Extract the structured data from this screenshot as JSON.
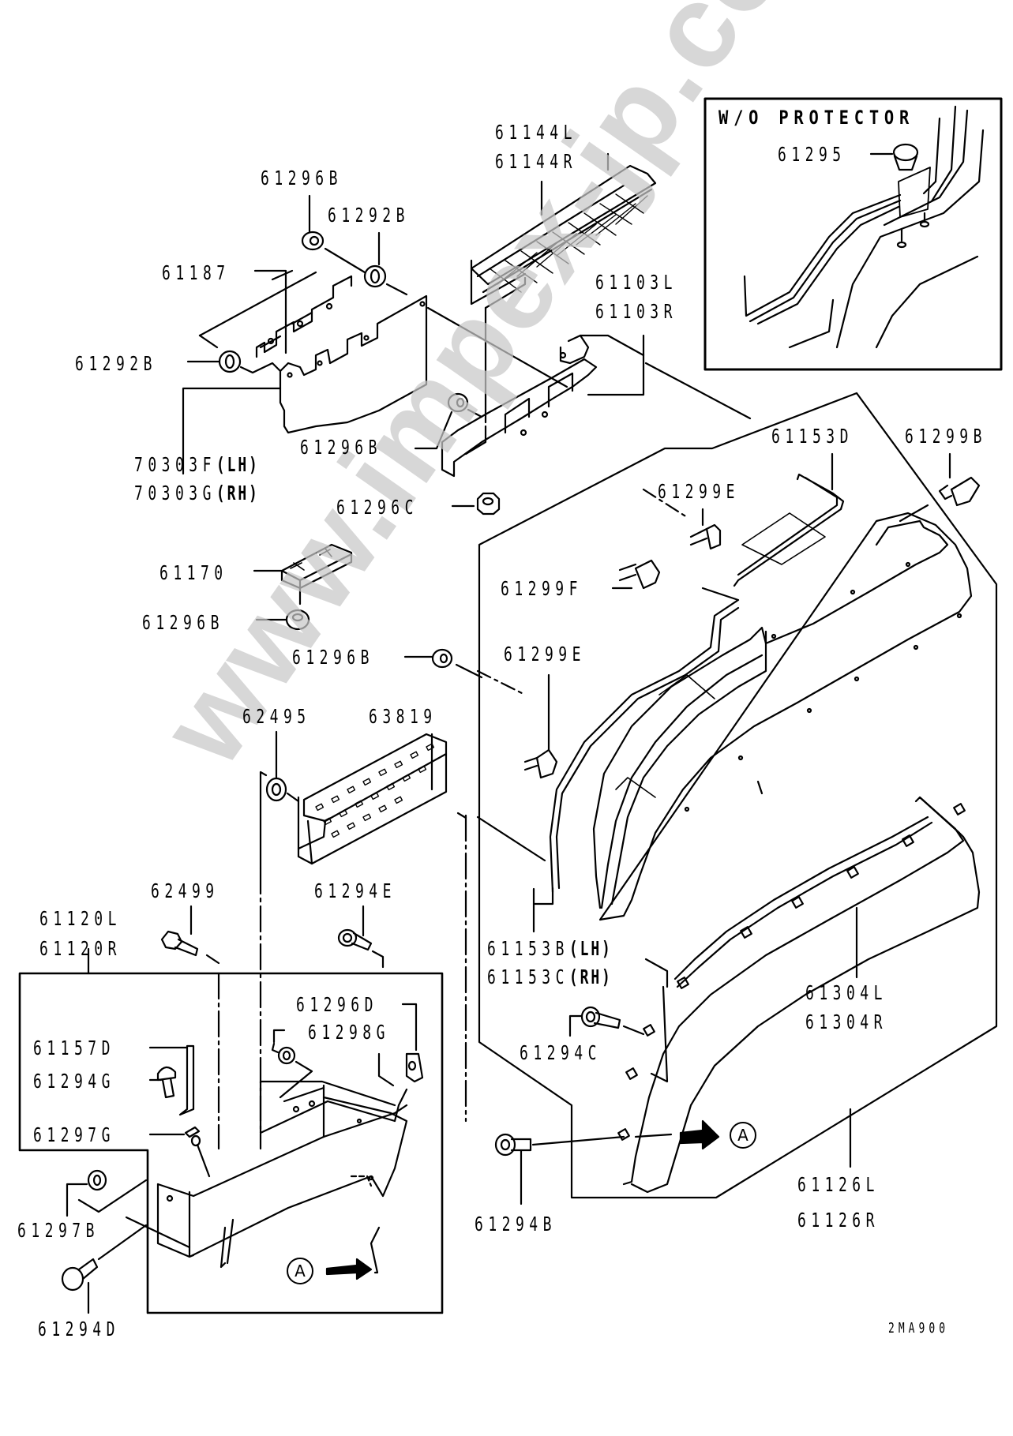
{
  "diagram": {
    "code": "2MA900",
    "watermark": "www.impex-jp.com",
    "inset": {
      "title": "W/O PROTECTOR",
      "part": "61295"
    },
    "callout_marker": "A",
    "labels": {
      "p61144": [
        "61144L",
        "61144R"
      ],
      "p61296B_top": "61296B",
      "p61292B_top": "61292B",
      "p61187": "61187",
      "p61292B_left": "61292B",
      "p61103": [
        "61103L",
        "61103R"
      ],
      "p70303": [
        {
          "num": "70303F",
          "side": "(LH)"
        },
        {
          "num": "70303G",
          "side": "(RH)"
        }
      ],
      "p61296B_mid": "61296B",
      "p61296C": "61296C",
      "p61153D": "61153D",
      "p61299B": "61299B",
      "p61299E_top": "61299E",
      "p61299F": "61299F",
      "p61170": "61170",
      "p61296B_a": "61296B",
      "p61296B_b": "61296B",
      "p61299E_low": "61299E",
      "p62495": "62495",
      "p63819": "63819",
      "p62499": "62499",
      "p61294E": "61294E",
      "p61120": [
        "61120L",
        "61120R"
      ],
      "p61296D": "61296D",
      "p61298G": "61298G",
      "p61157D": "61157D",
      "p61294G": "61294G",
      "p61297G": "61297G",
      "p61153BC": [
        {
          "num": "61153B",
          "side": "(LH)"
        },
        {
          "num": "61153C",
          "side": "(RH)"
        }
      ],
      "p61294C": "61294C",
      "p61304": [
        "61304L",
        "61304R"
      ],
      "p61297B": "61297B",
      "p61294B": "61294B",
      "p61126": [
        "61126L",
        "61126R"
      ],
      "p61294D": "61294D"
    }
  }
}
